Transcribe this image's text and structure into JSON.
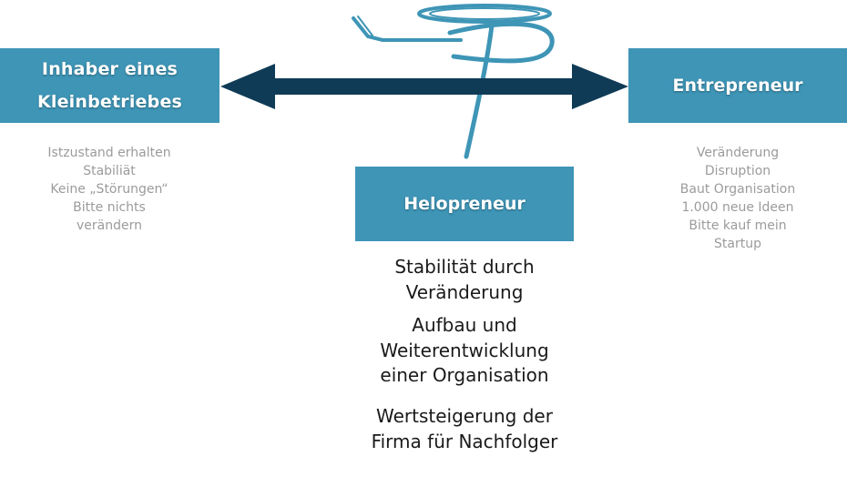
{
  "left_box": {
    "lines": [
      "Inhaber eines",
      "Kleinbetriebes"
    ]
  },
  "right_box": {
    "title": "Entrepreneur"
  },
  "center_box": {
    "title": "Helopreneur"
  },
  "left_list": [
    "Istzustand erhalten",
    "Stabiliät",
    "Keine „Störungen“",
    "Bitte nichts",
    "verändern"
  ],
  "right_list": [
    "Veränderung",
    "Disruption",
    "Baut Organisation",
    "1.000 neue Ideen",
    "Bitte kauf mein",
    "Startup"
  ],
  "center_text": {
    "block1": [
      "Stabilität durch",
      "Veränderung"
    ],
    "block2": [
      "Aufbau und",
      "Weiterentwicklung",
      "einer Organisation"
    ],
    "block3": [
      "Wertsteigerung der",
      "Firma für Nachfolger"
    ]
  },
  "colors": {
    "box": "#3e95b6",
    "arrow": "#0f3b57",
    "logo": "#3e95b6",
    "list_text": "#9b9b9b",
    "center_text": "#1a1a1a"
  },
  "icons": {
    "logo": "halo-logo-icon",
    "arrow": "double-headed-arrow"
  }
}
